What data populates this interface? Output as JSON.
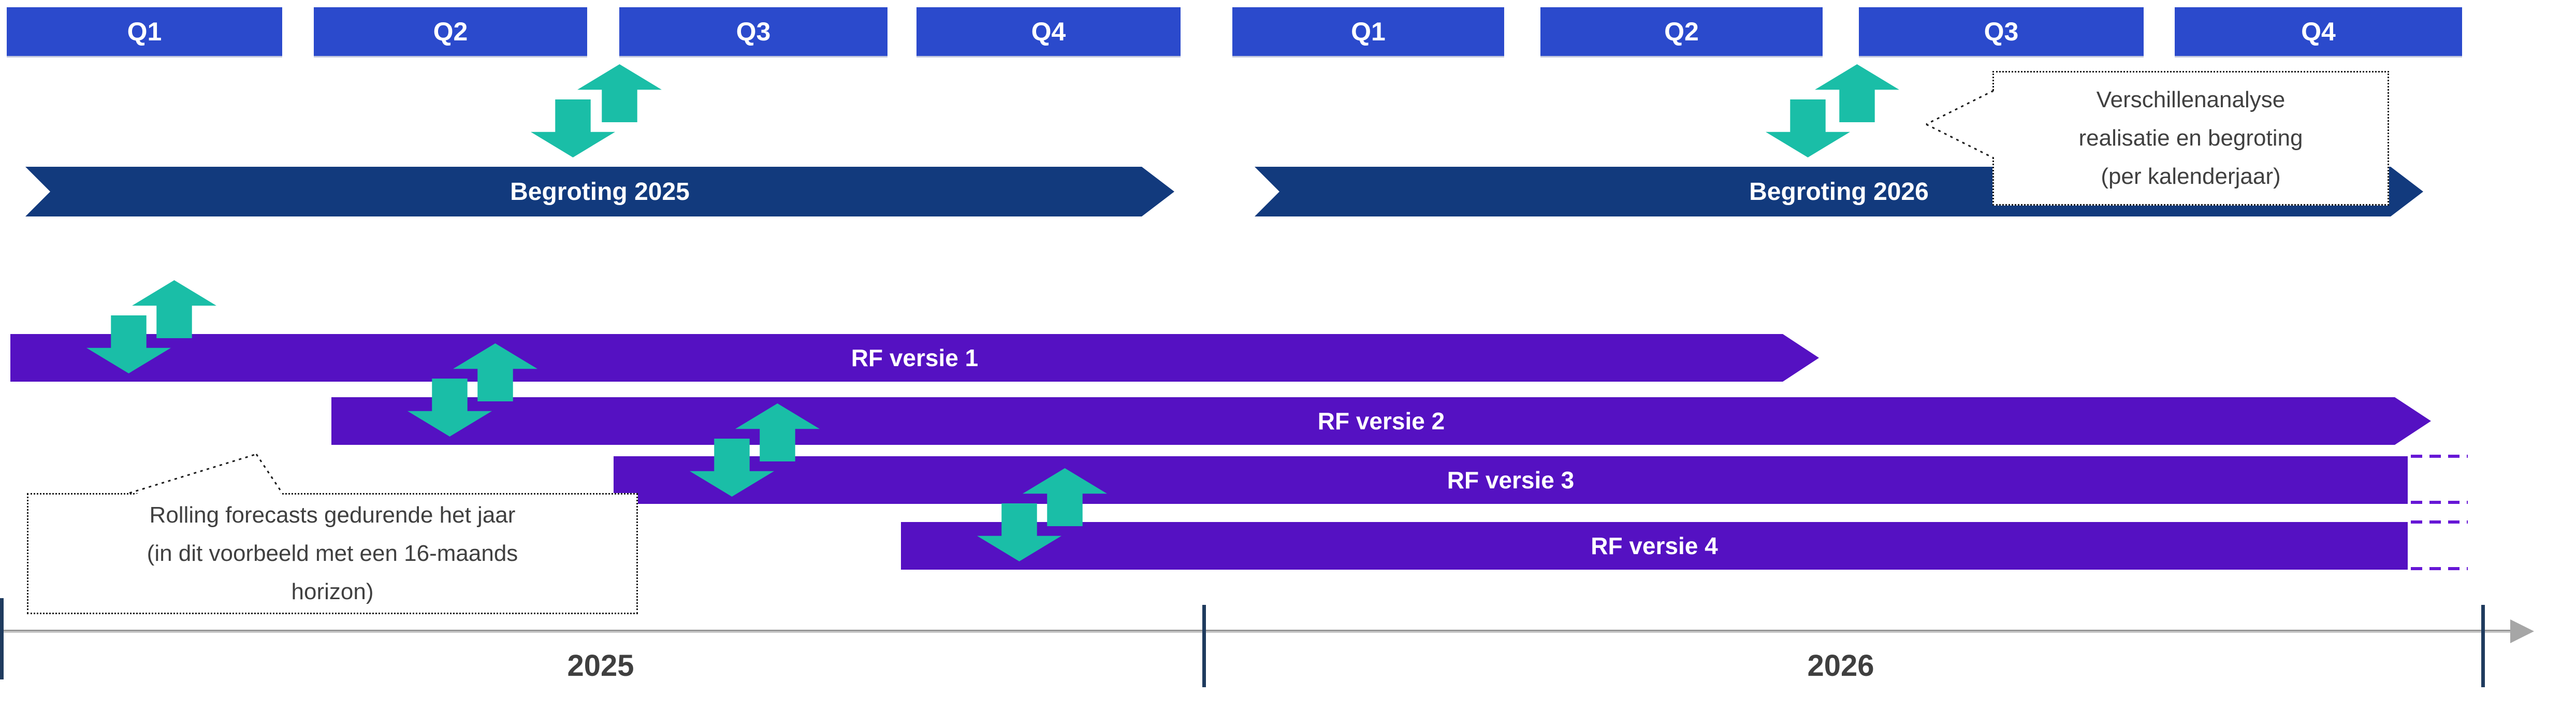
{
  "slide": {
    "quarters": [
      {
        "label": "Q1"
      },
      {
        "label": "Q2"
      },
      {
        "label": "Q3"
      },
      {
        "label": "Q4"
      },
      {
        "label": "Q1"
      },
      {
        "label": "Q2"
      },
      {
        "label": "Q3"
      },
      {
        "label": "Q4"
      }
    ],
    "budget_bars": [
      {
        "label": "Begroting 2025"
      },
      {
        "label": "Begroting 2026"
      }
    ],
    "forecast_bars": [
      {
        "label": "RF versie 1"
      },
      {
        "label": "RF versie 2"
      },
      {
        "label": "RF versie 3"
      },
      {
        "label": "RF versie 4"
      }
    ],
    "callouts": {
      "verschillen": {
        "lines": [
          "Verschillenanalyse",
          "realisatie en begroting",
          "(per kalenderjaar)"
        ]
      },
      "rolling": {
        "lines": [
          "Rolling forecasts gedurende het jaar",
          "(in dit voorbeeld met een 16-maands",
          "horizon)"
        ]
      }
    },
    "timeline": {
      "years": [
        {
          "label": "2025"
        },
        {
          "label": "2026"
        }
      ]
    },
    "colors": {
      "quarter_blue": "#2B4ACC",
      "budget_navy": "#123A7D",
      "forecast_purple": "#5511C2",
      "forecast_dash_purple": "#6717D6",
      "arrow_teal": "#1ABEA7",
      "axis_gray": "#A6A6A6",
      "tick_navy": "#1F3B5E",
      "year_text": "#3F3F3F",
      "callout_text": "#404040"
    }
  }
}
